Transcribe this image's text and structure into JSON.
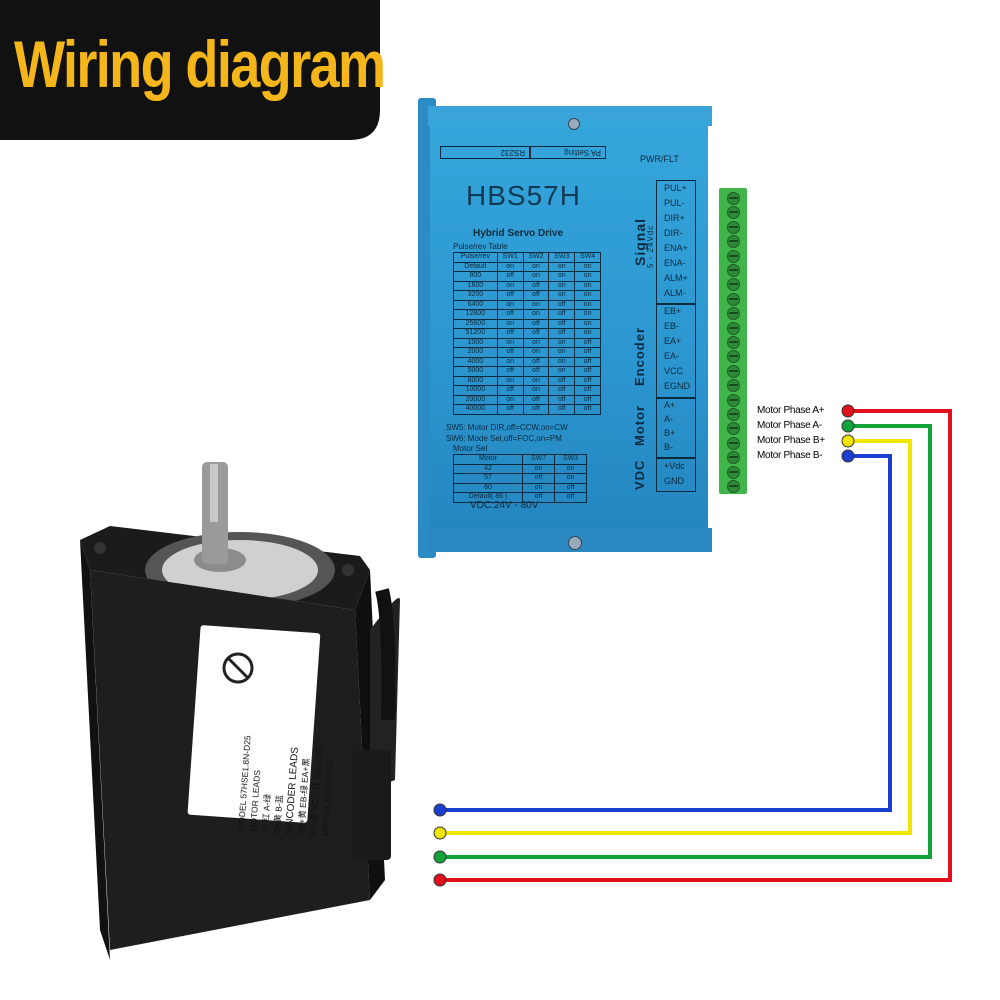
{
  "banner": {
    "title": "Wiring diagram",
    "color": "#f4b61a",
    "background": "#111111"
  },
  "drive": {
    "rs232": "RS232",
    "pa_setting": "PA Setting",
    "pwr_flt": "PWR/FLT",
    "model": "HBS57H",
    "subtitle": "Hybrid Servo Drive",
    "pulse_table_title": "Pulse/rev Table",
    "pulse_table": {
      "headers": [
        "Pulse/rev",
        "SW1",
        "SW2",
        "SW3",
        "SW4"
      ],
      "rows": [
        [
          "Default",
          "on",
          "on",
          "on",
          "on"
        ],
        [
          "800",
          "off",
          "on",
          "on",
          "on"
        ],
        [
          "1600",
          "on",
          "off",
          "on",
          "on"
        ],
        [
          "3200",
          "off",
          "off",
          "on",
          "on"
        ],
        [
          "6400",
          "on",
          "on",
          "off",
          "on"
        ],
        [
          "12800",
          "off",
          "on",
          "off",
          "on"
        ],
        [
          "25600",
          "on",
          "off",
          "off",
          "on"
        ],
        [
          "51200",
          "off",
          "off",
          "off",
          "on"
        ],
        [
          "1000",
          "on",
          "on",
          "on",
          "off"
        ],
        [
          "2000",
          "off",
          "on",
          "on",
          "off"
        ],
        [
          "4000",
          "on",
          "off",
          "on",
          "off"
        ],
        [
          "5000",
          "off",
          "off",
          "on",
          "off"
        ],
        [
          "8000",
          "on",
          "on",
          "off",
          "off"
        ],
        [
          "10000",
          "off",
          "on",
          "off",
          "off"
        ],
        [
          "20000",
          "on",
          "off",
          "off",
          "off"
        ],
        [
          "40000",
          "off",
          "off",
          "off",
          "off"
        ]
      ]
    },
    "sw5_note": "SW5: Motor DIR,off=CCW,on=CW",
    "sw6_note": "SW6: Mode Sel,off=FOC,on=PM",
    "motor_sel_title": "Motor Sel",
    "motor_table": {
      "headers": [
        "Motor",
        "SW7",
        "SW3"
      ],
      "rows": [
        [
          "42",
          "on",
          "on"
        ],
        [
          "57",
          "off",
          "on"
        ],
        [
          "60",
          "on",
          "off"
        ],
        [
          "Default( 86 )",
          "off",
          "off"
        ]
      ]
    },
    "vdc": "VDC:24V - 80V",
    "signal_label": "Signal",
    "signal_voltage": "5 - 24Vdc",
    "encoder_label": "Encoder",
    "motor_label": "Motor",
    "vdc_label": "VDC",
    "signal_pins": [
      "PUL+",
      "PUL-",
      "DIR+",
      "DIR-",
      "ENA+",
      "ENA-",
      "ALM+",
      "ALM-"
    ],
    "encoder_pins": [
      "EB+",
      "EB-",
      "EA+",
      "EA-",
      "VCC",
      "EGND"
    ],
    "motor_pins": [
      "A+",
      "A-",
      "B+",
      "B-"
    ],
    "power_pins": [
      "+Vdc",
      "GND"
    ]
  },
  "motor": {
    "label_lines": [
      "MODEL  57HSE1.8N-D25",
      "MOTOR     LEADS",
      "A+红   A-绿",
      "B+黄   B-蓝",
      "MNCODER LEADS",
      "EB+黄  EB-绿  EA+黑",
      "EA-蓝  VCC-红  EGND白",
      "MOTOR NO:201912"
    ]
  },
  "wiring": [
    {
      "label": "Motor Phase A+",
      "color": "#e0101c"
    },
    {
      "label": "Motor Phase A-",
      "color": "#12a23a"
    },
    {
      "label": "Motor Phase B+",
      "color": "#f2e600"
    },
    {
      "label": "Motor Phase B-",
      "color": "#1b3fd0"
    }
  ]
}
